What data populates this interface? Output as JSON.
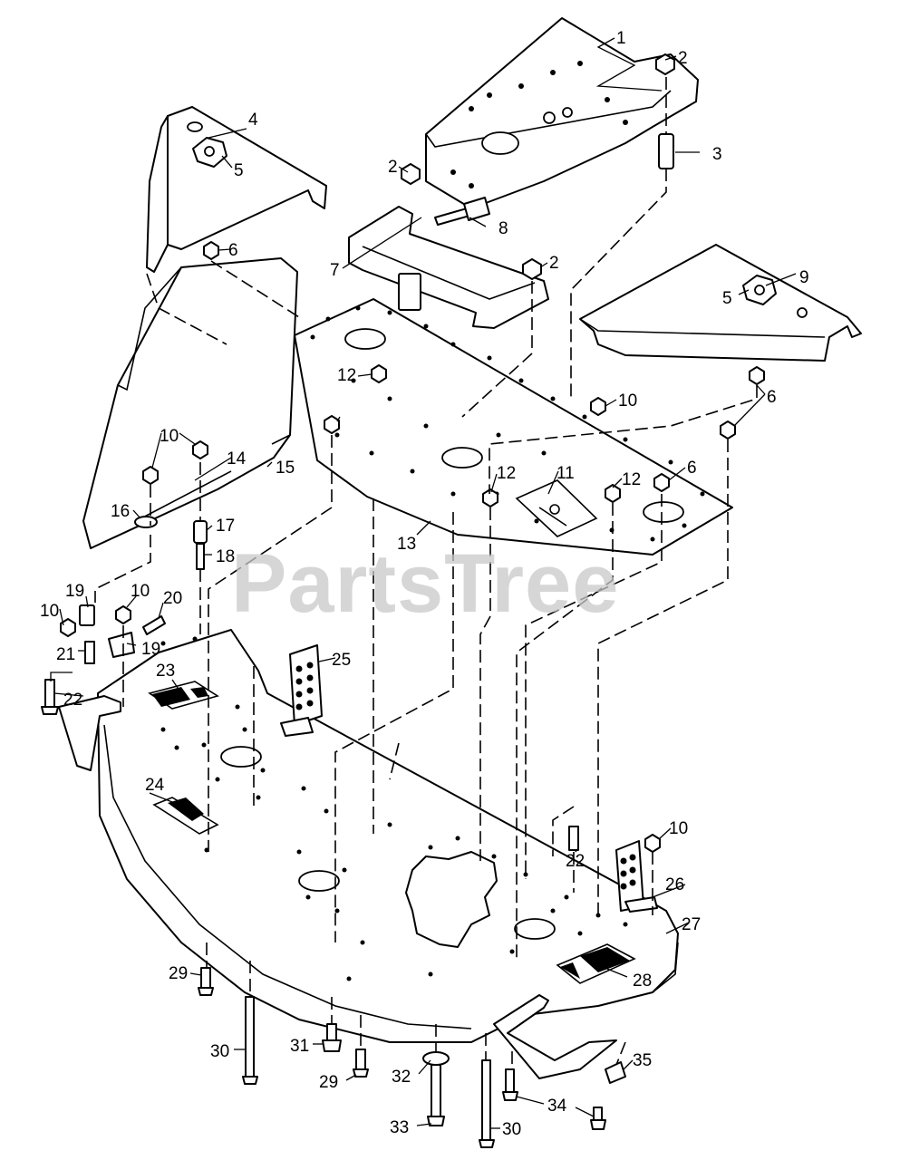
{
  "watermark": "PartsTree",
  "callouts": [
    {
      "key": "c1",
      "text": "1"
    },
    {
      "key": "c2a",
      "text": "2"
    },
    {
      "key": "c2b",
      "text": "2"
    },
    {
      "key": "c2c",
      "text": "2"
    },
    {
      "key": "c3",
      "text": "3"
    },
    {
      "key": "c4",
      "text": "4"
    },
    {
      "key": "c5a",
      "text": "5"
    },
    {
      "key": "c5b",
      "text": "5"
    },
    {
      "key": "c6a",
      "text": "6"
    },
    {
      "key": "c6b",
      "text": "6"
    },
    {
      "key": "c6c",
      "text": "6"
    },
    {
      "key": "c7",
      "text": "7"
    },
    {
      "key": "c8",
      "text": "8"
    },
    {
      "key": "c9",
      "text": "9"
    },
    {
      "key": "c10a",
      "text": "10"
    },
    {
      "key": "c10b",
      "text": "10"
    },
    {
      "key": "c10c",
      "text": "10"
    },
    {
      "key": "c10d",
      "text": "10"
    },
    {
      "key": "c10e",
      "text": "10"
    },
    {
      "key": "c11",
      "text": "11"
    },
    {
      "key": "c12a",
      "text": "12"
    },
    {
      "key": "c12b",
      "text": "12"
    },
    {
      "key": "c12c",
      "text": "12"
    },
    {
      "key": "c13",
      "text": "13"
    },
    {
      "key": "c14",
      "text": "14"
    },
    {
      "key": "c15",
      "text": "15"
    },
    {
      "key": "c16",
      "text": "16"
    },
    {
      "key": "c17",
      "text": "17"
    },
    {
      "key": "c18",
      "text": "18"
    },
    {
      "key": "c19a",
      "text": "19"
    },
    {
      "key": "c19b",
      "text": "19"
    },
    {
      "key": "c20",
      "text": "20"
    },
    {
      "key": "c21",
      "text": "21"
    },
    {
      "key": "c22a",
      "text": "22"
    },
    {
      "key": "c22b",
      "text": "22"
    },
    {
      "key": "c23",
      "text": "23"
    },
    {
      "key": "c24",
      "text": "24"
    },
    {
      "key": "c25",
      "text": "25"
    },
    {
      "key": "c26",
      "text": "26"
    },
    {
      "key": "c27",
      "text": "27"
    },
    {
      "key": "c28",
      "text": "28"
    },
    {
      "key": "c29a",
      "text": "29"
    },
    {
      "key": "c29b",
      "text": "29"
    },
    {
      "key": "c30a",
      "text": "30"
    },
    {
      "key": "c30b",
      "text": "30"
    },
    {
      "key": "c31",
      "text": "31"
    },
    {
      "key": "c32",
      "text": "32"
    },
    {
      "key": "c33",
      "text": "33"
    },
    {
      "key": "c34",
      "text": "34"
    },
    {
      "key": "c35",
      "text": "35"
    }
  ]
}
